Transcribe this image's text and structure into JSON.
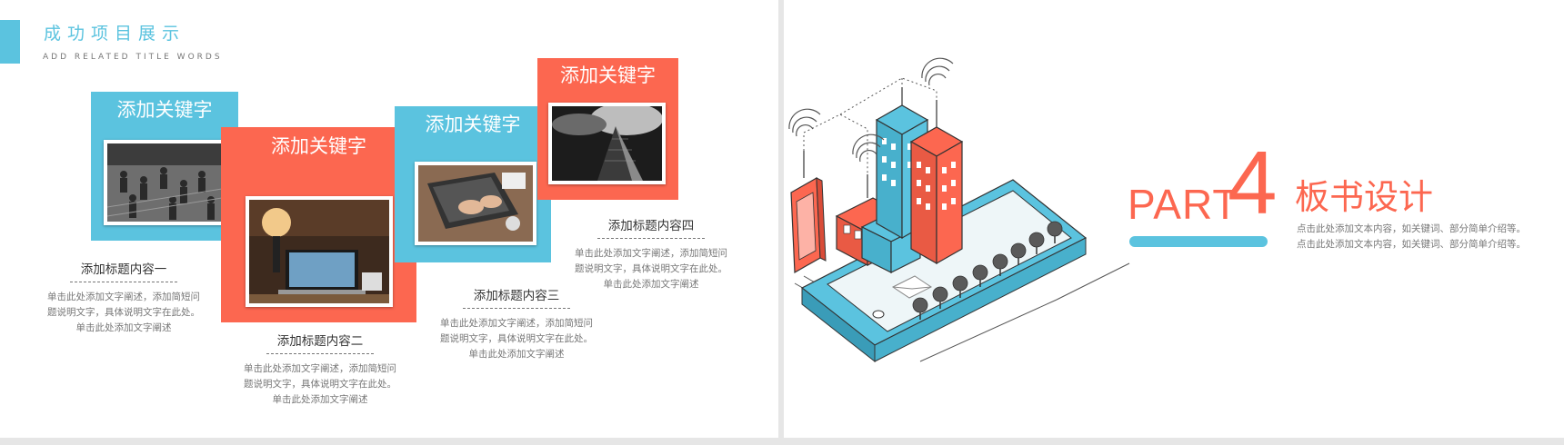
{
  "header": {
    "title": "成功项目展示",
    "subtitle": "ADD RELATED TITLE WORDS"
  },
  "cards": [
    {
      "keyword": "添加关键字",
      "photo": "crowd-photo"
    },
    {
      "keyword": "添加关键字",
      "photo": "laptop-desk-photo"
    },
    {
      "keyword": "添加关键字",
      "photo": "typing-laptop-photo"
    },
    {
      "keyword": "添加关键字",
      "photo": "skyscraper-photo"
    }
  ],
  "items": [
    {
      "title": "添加标题内容一",
      "lines": [
        "单击此处添加文字阐述，添加简短问",
        "题说明文字，具体说明文字在此处。",
        "单击此处添加文字阐述"
      ]
    },
    {
      "title": "添加标题内容二",
      "lines": [
        "单击此处添加文字阐述，添加简短问",
        "题说明文字，具体说明文字在此处。",
        "单击此处添加文字阐述"
      ]
    },
    {
      "title": "添加标题内容三",
      "lines": [
        "单击此处添加文字阐述，添加简短问",
        "题说明文字，具体说明文字在此处。",
        "单击此处添加文字阐述"
      ]
    },
    {
      "title": "添加标题内容四",
      "lines": [
        "单击此处添加文字阐述，添加简短问",
        "题说明文字，具体说明文字在此处。",
        "单击此处添加文字阐述"
      ]
    }
  ],
  "section": {
    "part_word": "PART",
    "part_number": "4",
    "title": "板书设计",
    "desc_lines": [
      "点击此处添加文本内容，如关键词、部分简单介绍等。",
      "点击此处添加文本内容，如关键词、部分简单介绍等。"
    ]
  },
  "colors": {
    "accent_blue": "#5bc3df",
    "accent_red": "#fc6750"
  }
}
